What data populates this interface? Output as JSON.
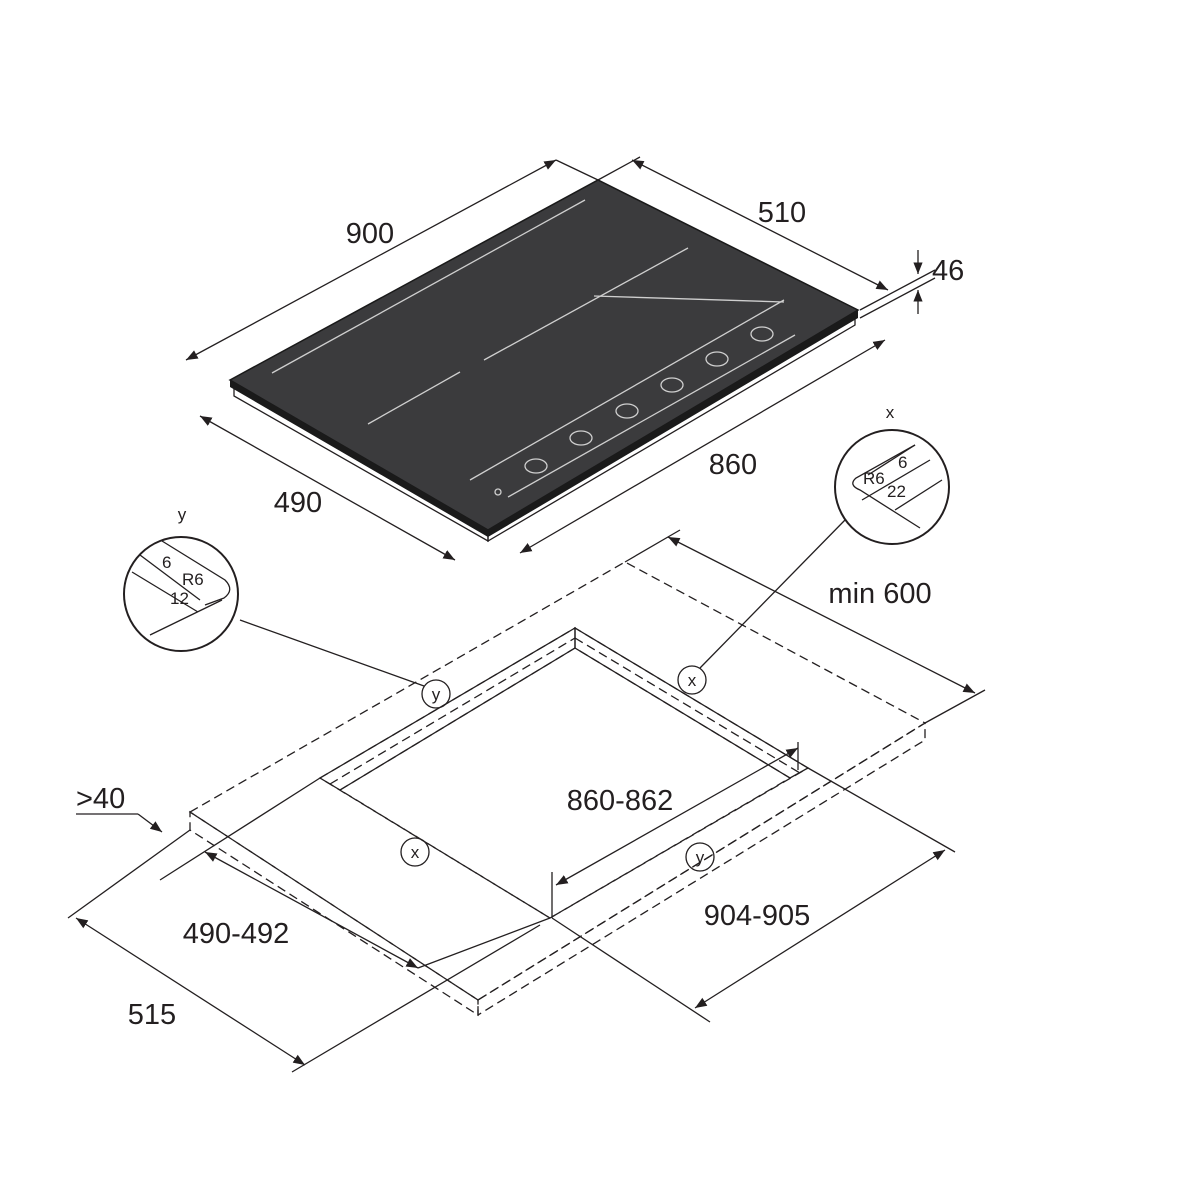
{
  "cooktop": {
    "width_label": "900",
    "depth_label": "510",
    "height_label": "46",
    "base_width_label": "860",
    "base_depth_label": "490",
    "colors": {
      "glass": "#3b3b3d",
      "edge": "#1a1a1a"
    }
  },
  "detail_x": {
    "title": "x",
    "radius": "R6",
    "depth": "6",
    "width": "22"
  },
  "detail_y": {
    "title": "y",
    "radius": "R6",
    "depth": "6",
    "width": "12"
  },
  "countertop": {
    "min_depth_label": "min 600",
    "cutout_width_label": "860-862",
    "cutout_depth_label": "490-492",
    "outer_width_label": "904-905",
    "outer_depth_label": "515",
    "front_clearance_label": ">40",
    "marker_x": "x",
    "marker_y": "y",
    "colors": {
      "surface": "#d4d4d4",
      "recess": "#a8a8a8"
    }
  }
}
